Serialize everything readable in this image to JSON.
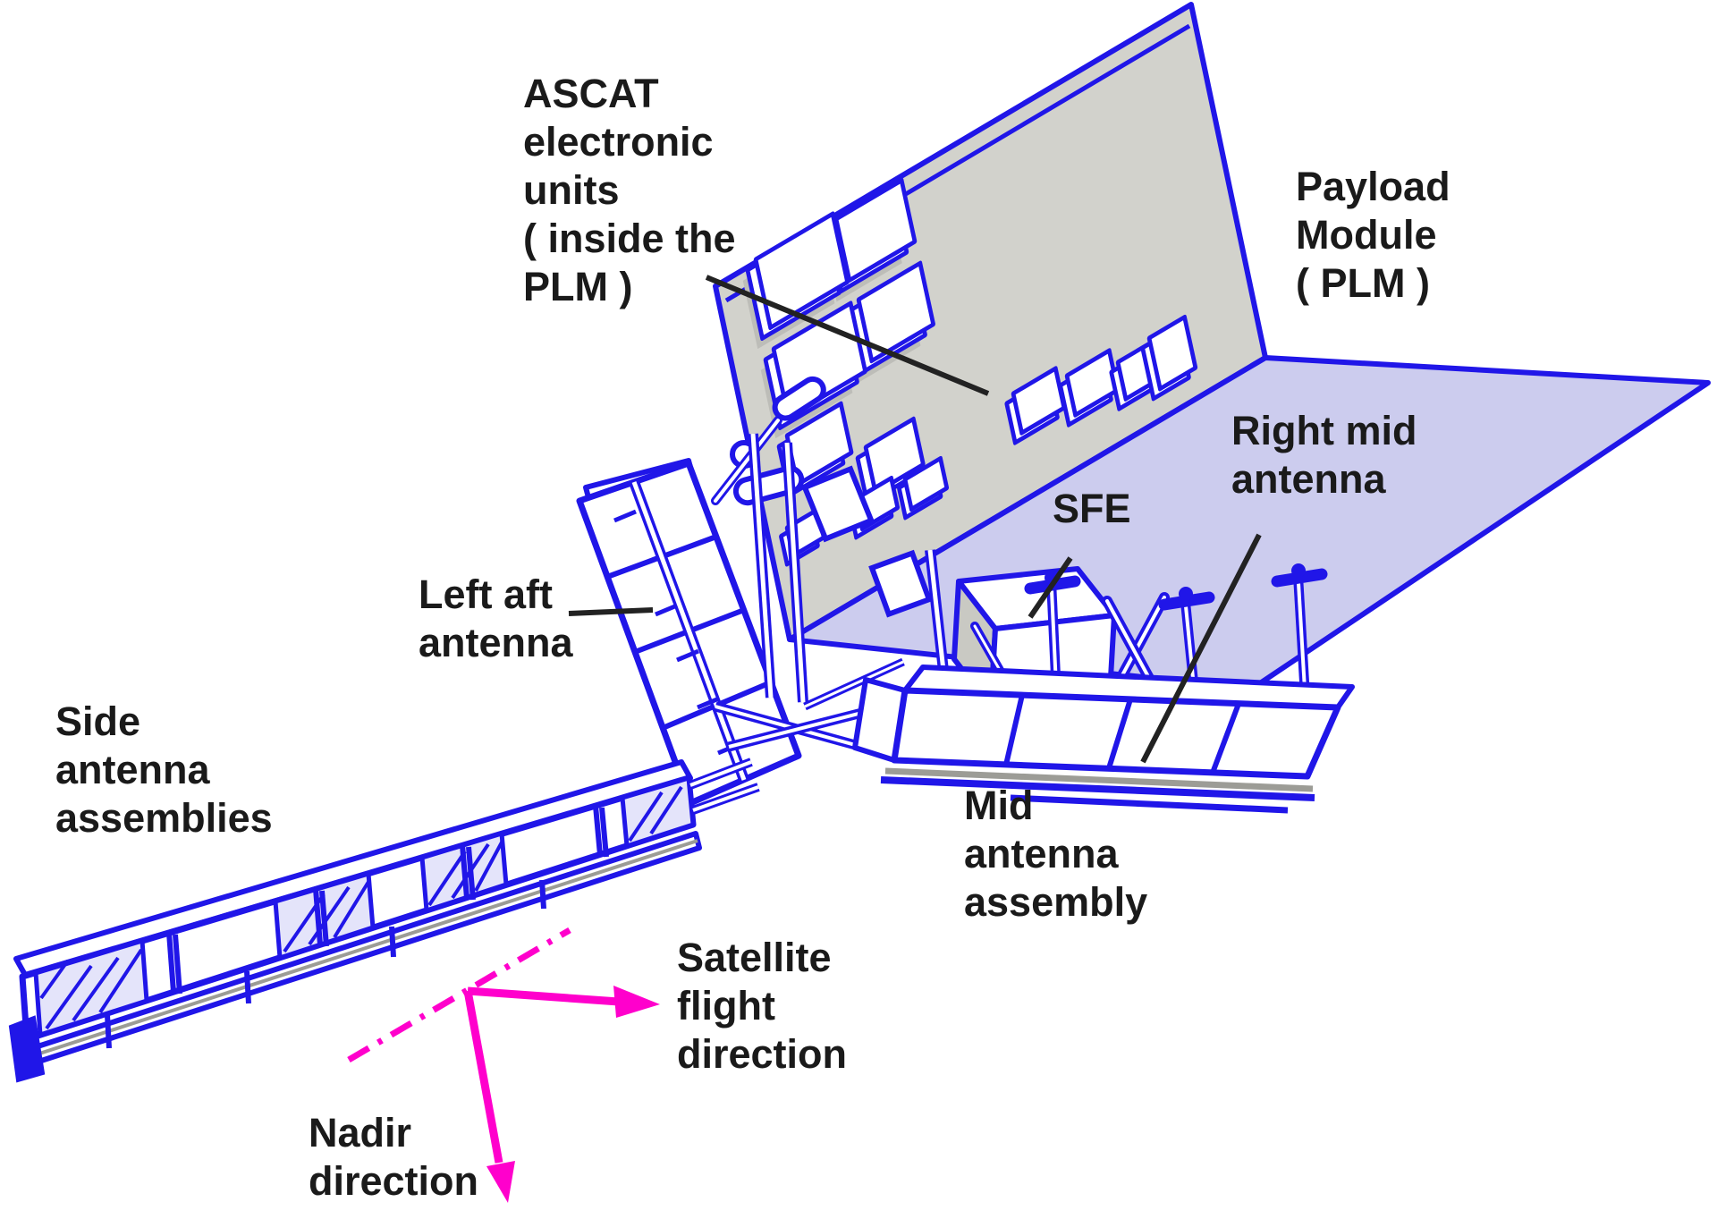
{
  "diagram": {
    "colors": {
      "line_blue": "#2016e8",
      "panel_grey": "#d2d2cc",
      "panel_lavender": "#ccccee",
      "arrow_magenta": "#ff00cc",
      "label_black": "#1a1a1a",
      "background": "#ffffff"
    },
    "labels": {
      "ascat_units": {
        "lines": [
          "ASCAT",
          "electronic",
          "units",
          "( inside the",
          "PLM )"
        ]
      },
      "payload_module": {
        "lines": [
          "Payload",
          "Module",
          "( PLM )"
        ]
      },
      "right_mid_antenna": {
        "lines": [
          "Right mid",
          "antenna"
        ]
      },
      "sfe": {
        "lines": [
          "SFE"
        ]
      },
      "left_aft_antenna": {
        "lines": [
          "Left aft",
          "antenna"
        ]
      },
      "side_antenna_assemblies": {
        "lines": [
          "Side",
          "antenna",
          "assemblies"
        ]
      },
      "mid_antenna_assembly": {
        "lines": [
          "Mid",
          "antenna",
          "assembly"
        ]
      },
      "satellite_flight_direction": {
        "lines": [
          "Satellite",
          "flight",
          "direction"
        ]
      },
      "nadir_direction": {
        "lines": [
          "Nadir",
          "direction"
        ]
      }
    }
  }
}
